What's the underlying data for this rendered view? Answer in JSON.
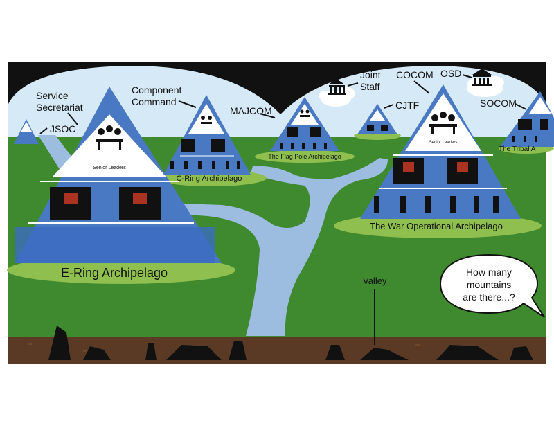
{
  "colors": {
    "sky": "#d6e9f6",
    "grass": "#3f8a2f",
    "grass_light": "#8fbf4e",
    "river": "#9dbde0",
    "mountain": "#4a79c4",
    "mountain_dark": "#2f5fae",
    "peak": "#ffffff",
    "soil": "#5a3a24",
    "frame": "#111111"
  },
  "labels": {
    "service_secretariat": [
      "Service",
      "Secretariat"
    ],
    "jsoc": "JSOC",
    "component_command": [
      "Component",
      "Command"
    ],
    "majcom": "MAJCOM",
    "joint_staff": [
      "Joint",
      "Staff"
    ],
    "cjtf": "CJTF",
    "cocom": "COCOM",
    "osd": "OSD",
    "socom": "SOCOM",
    "valley": "Valley"
  },
  "archipelagos": {
    "e_ring": "E-Ring Archipelago",
    "c_ring": "C-Ring Archipelago",
    "flag_pole": "The Flag Pole Archipelago",
    "war_operational": "The War Operational Archipelago",
    "tribal": "The Tribal A"
  },
  "peak_caption": "Senior Leaders",
  "speech_bubble": [
    "How many",
    "mountains",
    "are there...?"
  ],
  "icons": [
    "government-building-icon",
    "meeting-table-icon",
    "desk-worker-icon",
    "soldier-icon",
    "cloud-icon"
  ]
}
